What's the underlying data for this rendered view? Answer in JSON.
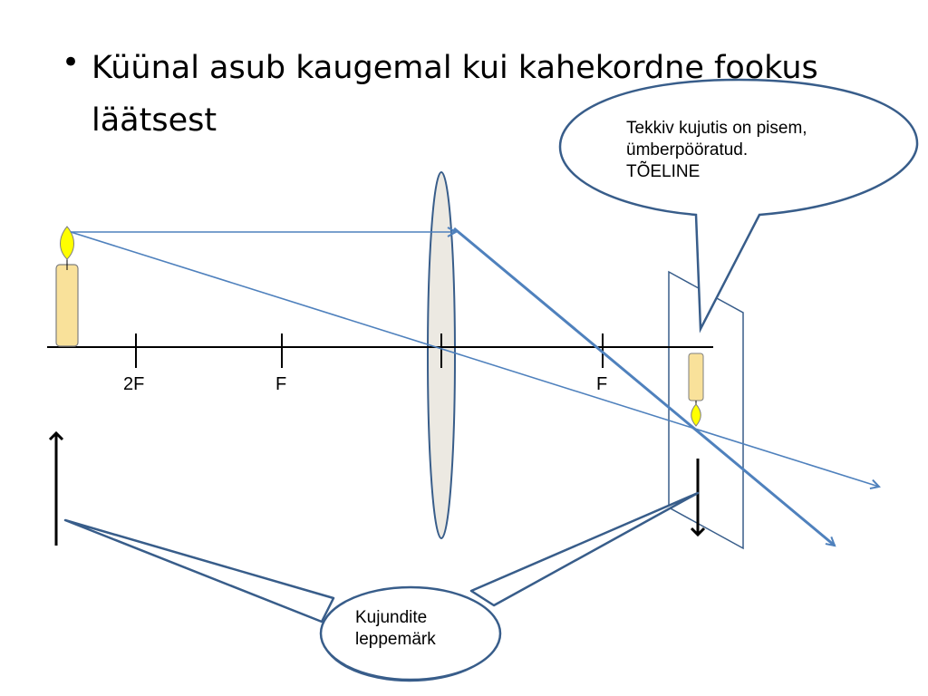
{
  "slide": {
    "bullet": "•",
    "title": "Küünal asub kaugemal kui kahekordne fookus\nläätsest"
  },
  "diagram": {
    "axis_labels": {
      "left_2f": "2F",
      "left_f": "F",
      "right_f": "F"
    },
    "callout_image": "Tekkiv kujutis on pisem,\nümberpööratud.\nTÕELINE",
    "callout_legend": "Kujundite\nleppemärk",
    "colors": {
      "ray": "#4f81bd",
      "callout_border": "#385d8a",
      "lens_fill": "#ece9e2",
      "candle_body": "#f9e19a",
      "flame": "#ffff00"
    }
  }
}
